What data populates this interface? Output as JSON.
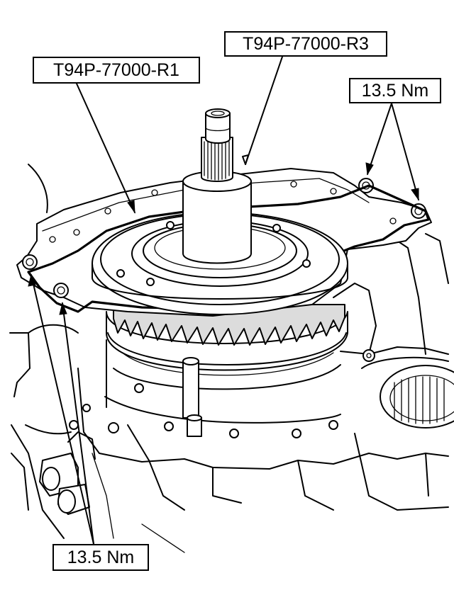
{
  "callouts": {
    "tool_r3": "T94P-77000-R3",
    "tool_r1": "T94P-77000-R1",
    "torque_top_right": "13.5 Nm",
    "torque_bottom_left": "13.5 Nm"
  },
  "colors": {
    "line": "#000000",
    "background": "#ffffff",
    "shading": "#dcdcdc"
  }
}
